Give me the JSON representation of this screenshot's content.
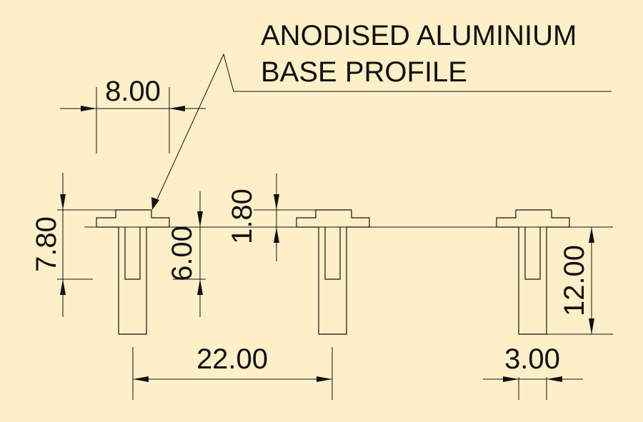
{
  "note": {
    "line1": "ANODISED ALUMINIUM",
    "line2": "BASE PROFILE"
  },
  "dimensions": {
    "flange_width": "8.00",
    "overall_height": "7.80",
    "stem_depth": "6.00",
    "cap_height": "1.80",
    "profile_spacing": "22.00",
    "stem_width": "3.00",
    "slot_depth": "12.00"
  },
  "colors": {
    "background": "#fdefc8",
    "line": "#111111"
  }
}
